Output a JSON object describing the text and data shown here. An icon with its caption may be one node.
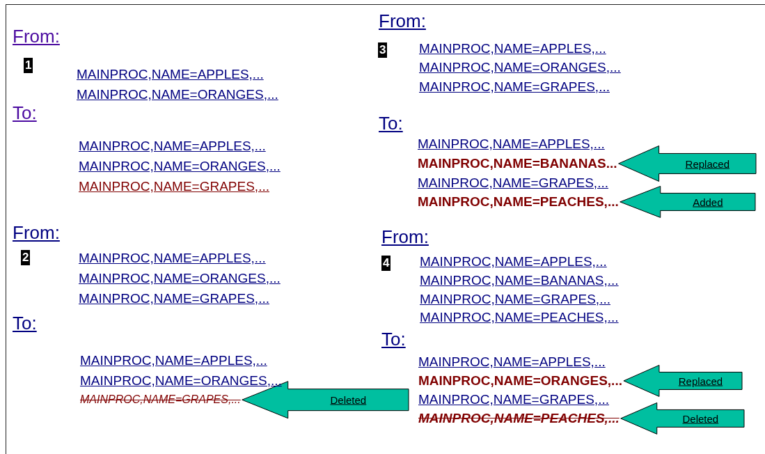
{
  "diagram": {
    "nodes": [
      {
        "text": [
          "MAINPROC,NAME=BANANAS..."
        ]
      },
      {
        "text": [
          "MAINPROC,NAME=PEACHES,..."
        ]
      },
      {
        "text": [
          "MAINPROC,NAME=GRAPES,..."
        ]
      },
      {
        "text": [
          "MAINPROC,NAME=ORANGES,..."
        ]
      },
      {
        "text": [
          "MAINPROC,NAME=PEACHES,..."
        ]
      }
    ],
    "edges": [
      {
        "from": null,
        "to": 0,
        "arrow": "to",
        "label": "Replaced"
      },
      {
        "from": null,
        "to": 1,
        "arrow": "to",
        "label": "Added"
      },
      {
        "from": null,
        "to": 2,
        "arrow": "to",
        "label": "Deleted"
      },
      {
        "from": null,
        "to": 3,
        "arrow": "to",
        "label": "Replaced"
      },
      {
        "from": null,
        "to": 4,
        "arrow": "to",
        "label": "Deleted"
      }
    ],
    "labels": [
      "From:",
      "1",
      "MAINPROC,NAME=APPLES,...",
      "MAINPROC,NAME=ORANGES,...",
      "To:",
      "MAINPROC,NAME=APPLES,...",
      "MAINPROC,NAME=ORANGES,...",
      "MAINPROC,NAME=GRAPES,...",
      "From:",
      "3",
      "MAINPROC,NAME=APPLES,...",
      "MAINPROC,NAME=ORANGES,...",
      "MAINPROC,NAME=GRAPES,...",
      "To:",
      "MAINPROC,NAME=APPLES,...",
      "MAINPROC,NAME=GRAPES,...",
      "From:",
      "2",
      "MAINPROC,NAME=APPLES,...",
      "MAINPROC,NAME=ORANGES,...",
      "MAINPROC,NAME=GRAPES,...",
      "To:",
      "MAINPROC,NAME=APPLES,...",
      "MAINPROC,NAME=ORANGES,...",
      "From:",
      "4",
      "MAINPROC,NAME=APPLES,...",
      "MAINPROC,NAME=BANANAS,...",
      "MAINPROC,NAME=GRAPES,...",
      "MAINPROC,NAME=PEACHES,...",
      "To:",
      "MAINPROC,NAME=APPLES,...",
      "MAINPROC,NAME=GRAPES,..."
    ]
  }
}
